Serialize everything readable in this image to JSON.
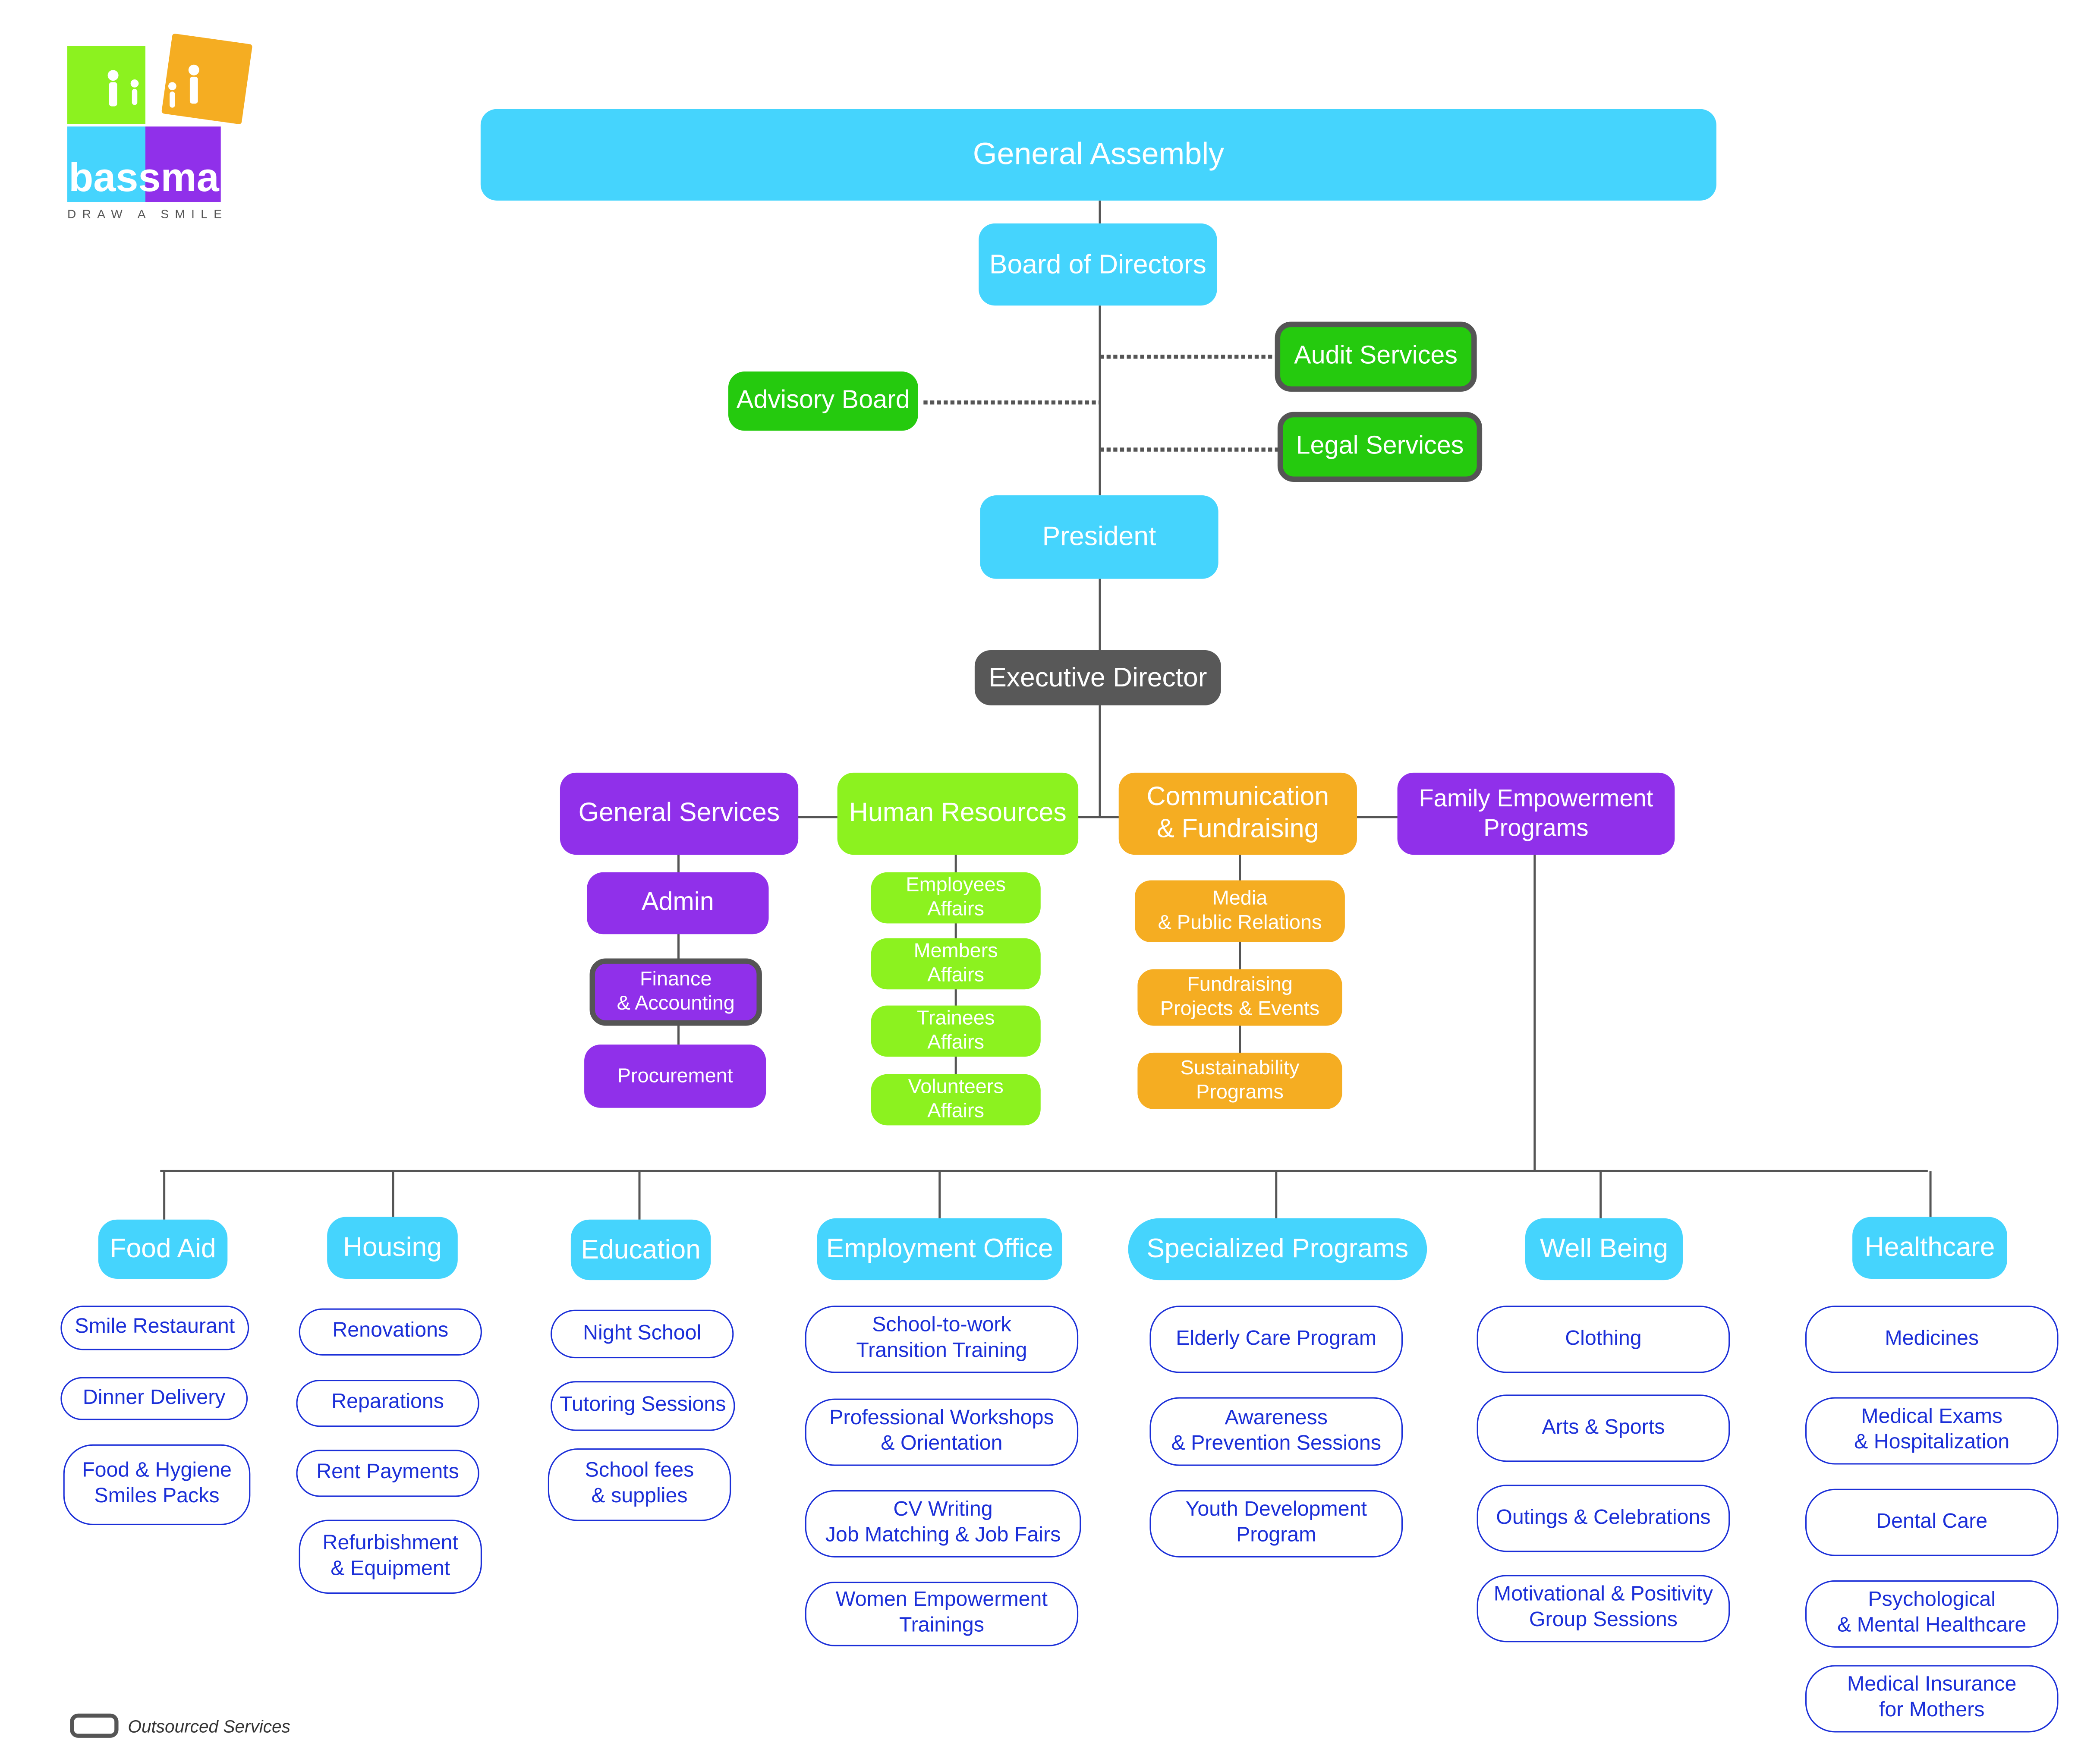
{
  "logo": {
    "name": "bassma",
    "tagline": "DRAW A SMILE",
    "colors": {
      "green": "#8cf21f",
      "orange": "#f5ad22",
      "cyan": "#45d4fd",
      "purple": "#9030ea"
    }
  },
  "colors": {
    "governance": "#45d4fd",
    "general_services": "#9030ea",
    "human_resources": "#8cf21f",
    "communication": "#f5ad22",
    "advisory": "#25ca0e",
    "executive": "#585858",
    "programs_outline": "#1b2fd8",
    "outsourced_border": "#555555"
  },
  "governance": {
    "general_assembly": "General Assembly",
    "board_of_directors": "Board of Directors",
    "advisory_board": "Advisory Board",
    "audit_services": "Audit Services",
    "legal_services": "Legal Services",
    "president": "President",
    "executive_director": "Executive Director"
  },
  "departments": {
    "general_services": {
      "label": "General Services",
      "units": [
        "Admin",
        "Finance\n& Accounting",
        "Procurement"
      ]
    },
    "human_resources": {
      "label": "Human Resources",
      "units": [
        "Employees\nAffairs",
        "Members\nAffairs",
        "Trainees\nAffairs",
        "Volunteers\nAffairs"
      ]
    },
    "communication": {
      "label": "Communication\n& Fundraising",
      "units": [
        "Media\n& Public Relations",
        "Fundraising\nProjects & Events",
        "Sustainability\nPrograms"
      ]
    },
    "family_empowerment": {
      "label": "Family Empowerment\nPrograms"
    }
  },
  "programs": {
    "food_aid": {
      "label": "Food Aid",
      "items": [
        "Smile Restaurant",
        "Dinner Delivery",
        "Food & Hygiene\nSmiles Packs"
      ]
    },
    "housing": {
      "label": "Housing",
      "items": [
        "Renovations",
        "Reparations",
        "Rent Payments",
        "Refurbishment\n& Equipment"
      ]
    },
    "education": {
      "label": "Education",
      "items": [
        "Night School",
        "Tutoring Sessions",
        "School fees\n& supplies"
      ]
    },
    "employment": {
      "label": "Employment Office",
      "items": [
        "School-to-work\nTransition Training",
        "Professional Workshops\n& Orientation",
        "CV Writing\nJob Matching & Job Fairs",
        "Women Empowerment\nTrainings"
      ]
    },
    "specialized": {
      "label": "Specialized Programs",
      "items": [
        "Elderly Care Program",
        "Awareness\n& Prevention Sessions",
        "Youth Development\nProgram"
      ]
    },
    "well_being": {
      "label": "Well Being",
      "items": [
        "Clothing",
        "Arts & Sports",
        "Outings & Celebrations",
        "Motivational & Positivity\nGroup Sessions"
      ]
    },
    "healthcare": {
      "label": "Healthcare",
      "items": [
        "Medicines",
        "Medical Exams\n& Hospitalization",
        "Dental Care",
        "Psychological\n& Mental Healthcare",
        "Medical Insurance\nfor Mothers"
      ]
    }
  },
  "legend": {
    "label": "Outsourced Services"
  }
}
